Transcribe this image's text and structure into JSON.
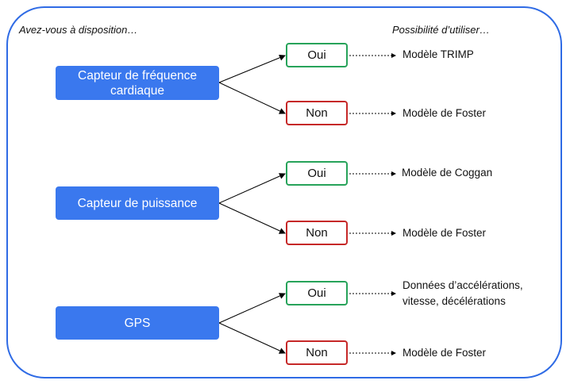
{
  "headers": {
    "left": "Avez-vous à disposition…",
    "right": "Possibilité d’utiliser…"
  },
  "sensors": [
    {
      "label": "Capteur de fréquence cardiaque",
      "yes": "Oui",
      "no": "Non",
      "yes_result": "Modèle TRIMP",
      "no_result": "Modèle de Foster"
    },
    {
      "label": "Capteur de puissance",
      "yes": "Oui",
      "no": "Non",
      "yes_result": "Modèle de Coggan",
      "no_result": "Modèle de Foster"
    },
    {
      "label": "GPS",
      "yes": "Oui",
      "no": "Non",
      "yes_result_line1": "Données d’accélérations,",
      "yes_result_line2": "vitesse, décélérations",
      "no_result": "Modèle de Foster"
    }
  ],
  "colors": {
    "frame": "#2f6be5",
    "sensor_fill": "#3a78ee",
    "yes_border": "#27a35a",
    "no_border": "#c62828"
  }
}
